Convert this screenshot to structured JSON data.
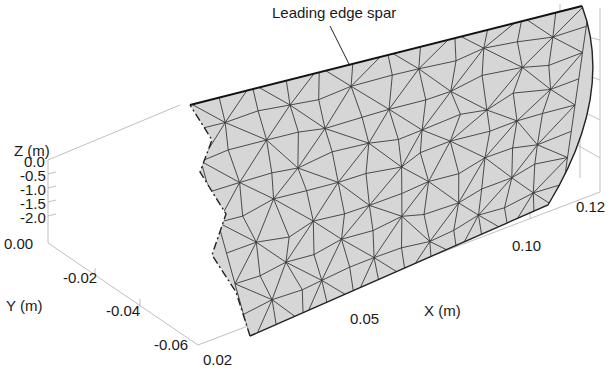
{
  "diagram": {
    "labels": [
      "Leading edge spar",
      "Z (m)",
      "0.0",
      "-0.5",
      "-1.0",
      "-1.5",
      "-2.0",
      "0.00",
      "-0.02",
      "-0.04",
      "-0.06",
      "Y (m)",
      "0.02",
      "0.05",
      "0.10",
      "0.12",
      "X (m)"
    ]
  }
}
